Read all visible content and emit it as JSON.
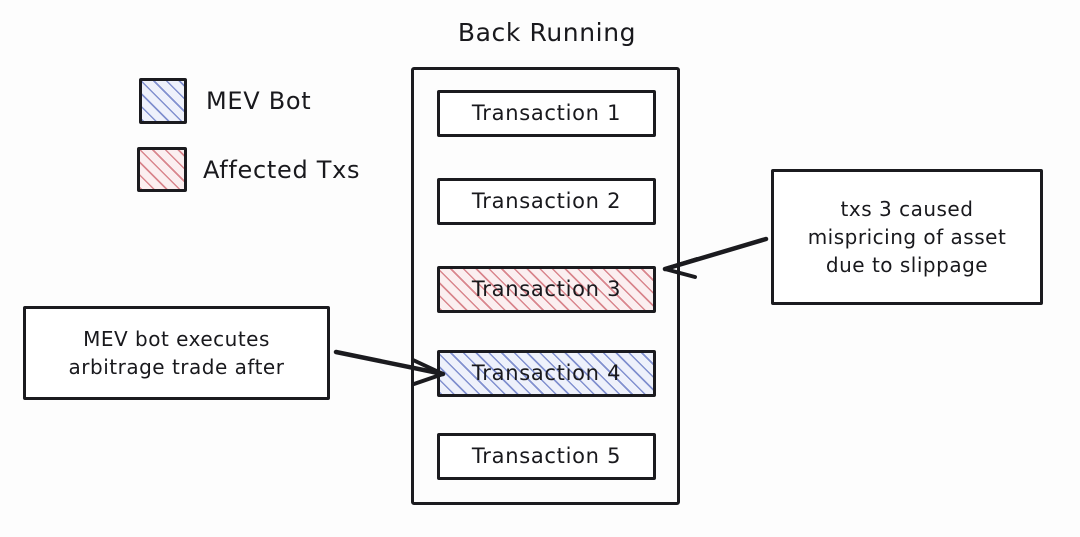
{
  "diagram": {
    "title": "Back Running",
    "background_color": "#fdfdfd",
    "ink_color": "#1b1b1f"
  },
  "legend": {
    "items": [
      {
        "label": "MEV Bot",
        "swatch": "blue-hatch-swatch",
        "color": "#3e54b4"
      },
      {
        "label": "Affected Txs",
        "swatch": "red-hatch-swatch",
        "color": "#c44650"
      }
    ]
  },
  "block": {
    "transactions": [
      {
        "label": "Transaction 1",
        "fill": "none"
      },
      {
        "label": "Transaction 2",
        "fill": "none"
      },
      {
        "label": "Transaction 3",
        "fill": "red-hatch"
      },
      {
        "label": "Transaction 4",
        "fill": "blue-hatch"
      },
      {
        "label": "Transaction 5",
        "fill": "none"
      }
    ]
  },
  "annotations": {
    "left": {
      "lines": [
        "MEV bot executes",
        "arbitrage trade after"
      ],
      "points_to": "Transaction 4"
    },
    "right": {
      "lines": [
        "txs 3 caused",
        "mispricing of asset",
        "due to slippage"
      ],
      "points_to": "Transaction 3"
    }
  }
}
